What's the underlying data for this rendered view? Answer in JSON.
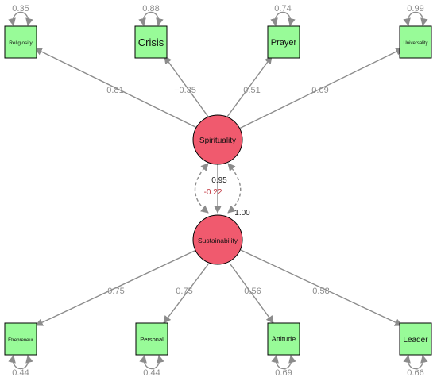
{
  "latent": {
    "spirituality": {
      "label": "Spirituality"
    },
    "sustainability": {
      "label": "Sustainability"
    }
  },
  "indicators_top": [
    {
      "label": "Religiosity",
      "loading": "0.81",
      "variance": "0.35"
    },
    {
      "label": "Crisis",
      "loading": "−0.35",
      "variance": "0.88"
    },
    {
      "label": "Prayer",
      "loading": "0.51",
      "variance": "0.74"
    },
    {
      "label": "Universality",
      "loading": "0.09",
      "variance": "0.99"
    }
  ],
  "indicators_bottom": [
    {
      "label": "Etrepreneur",
      "loading": "0.75",
      "variance": "0.44"
    },
    {
      "label": "Personal",
      "loading": "0.75",
      "variance": "0.44"
    },
    {
      "label": "Attitude",
      "loading": "0.56",
      "variance": "0.69"
    },
    {
      "label": "Leader",
      "loading": "0.58",
      "variance": "0.66"
    }
  ],
  "structural": {
    "regression": "0.95",
    "covariance": "-0.22",
    "residual": "1.00"
  },
  "colors": {
    "latent_fill": "#f05a6e",
    "indicator_fill": "#98fb98",
    "edge": "#8c8c8c",
    "covariance_label": "#c0303a"
  }
}
